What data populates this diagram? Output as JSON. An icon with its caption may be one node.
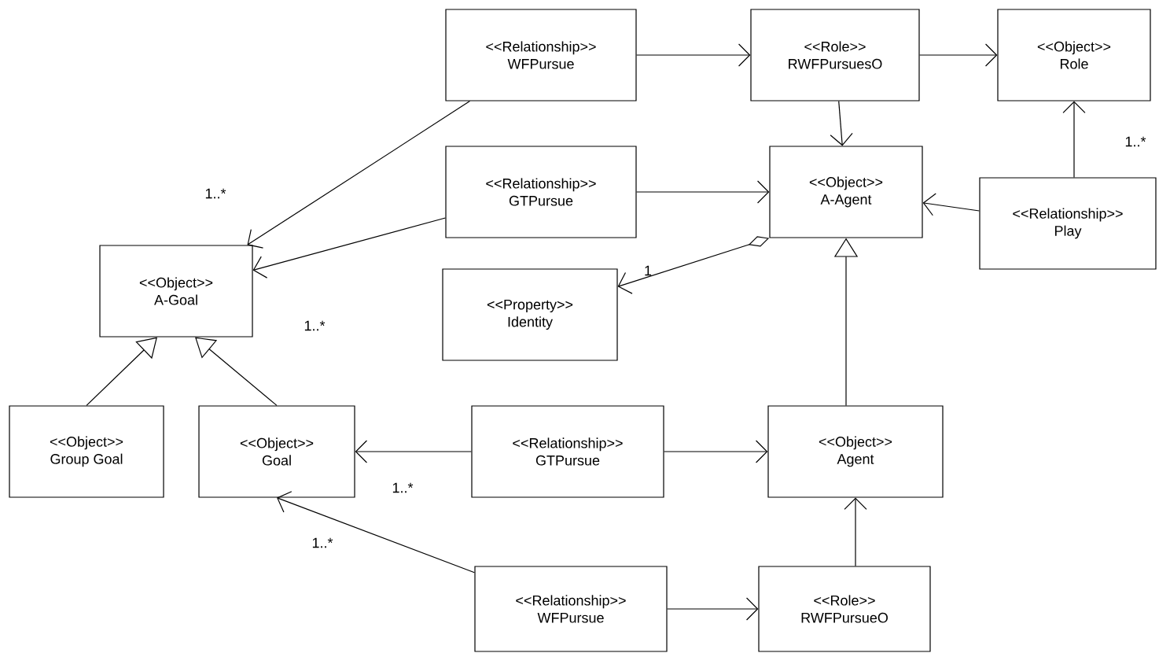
{
  "diagram": {
    "nodes": [
      {
        "text": [
          "<<Relationship>>",
          "WFPursue"
        ]
      },
      {
        "text": [
          "<<Role>>",
          "RWFPursuesO"
        ]
      },
      {
        "text": [
          "<<Object>>",
          "Role"
        ]
      },
      {
        "text": [
          "<<Relationship>>",
          "GTPursue"
        ]
      },
      {
        "text": [
          "<<Object>>",
          "A-Agent"
        ]
      },
      {
        "text": [
          "<<Relationship>>",
          "Play"
        ]
      },
      {
        "text": [
          "<<Object>>",
          "A-Goal"
        ]
      },
      {
        "text": [
          "<<Property>>",
          "Identity"
        ]
      },
      {
        "text": [
          "<<Object>>",
          "Group Goal"
        ]
      },
      {
        "text": [
          "<<Object>>",
          "Goal"
        ]
      },
      {
        "text": [
          "<<Relationship>>",
          "GTPursue"
        ]
      },
      {
        "text": [
          "<<Object>>",
          "Agent"
        ]
      },
      {
        "text": [
          "<<Relationship>>",
          "WFPursue"
        ]
      },
      {
        "text": [
          "<<Role>>",
          "RWFPursueO"
        ]
      }
    ],
    "edges": [
      {
        "from": 0,
        "to": 6,
        "arrow": "to",
        "label": "1..*"
      },
      {
        "from": 0,
        "to": 1,
        "arrow": "to"
      },
      {
        "from": 1,
        "to": 2,
        "arrow": "to"
      },
      {
        "from": 1,
        "to": 4,
        "arrow": "to"
      },
      {
        "from": 3,
        "to": 6,
        "arrow": "to",
        "label": "1..*"
      },
      {
        "from": 3,
        "to": 4,
        "arrow": "to"
      },
      {
        "from": 5,
        "to": 4,
        "arrow": "to"
      },
      {
        "from": 5,
        "to": 2,
        "arrow": "to",
        "label": "1..*"
      },
      {
        "from": 4,
        "to": 7,
        "arrow": "to",
        "label": "1"
      },
      {
        "from": 8,
        "to": 6,
        "arrow": "to"
      },
      {
        "from": 9,
        "to": 6,
        "arrow": "to"
      },
      {
        "from": 11,
        "to": 4,
        "arrow": "to"
      },
      {
        "from": 10,
        "to": 9,
        "arrow": "to",
        "label": "1..*"
      },
      {
        "from": 10,
        "to": 11,
        "arrow": "to"
      },
      {
        "from": 12,
        "to": 9,
        "arrow": "to",
        "label": "1..*"
      },
      {
        "from": 12,
        "to": 13,
        "arrow": "to"
      },
      {
        "from": 13,
        "to": 11,
        "arrow": "to"
      }
    ]
  }
}
